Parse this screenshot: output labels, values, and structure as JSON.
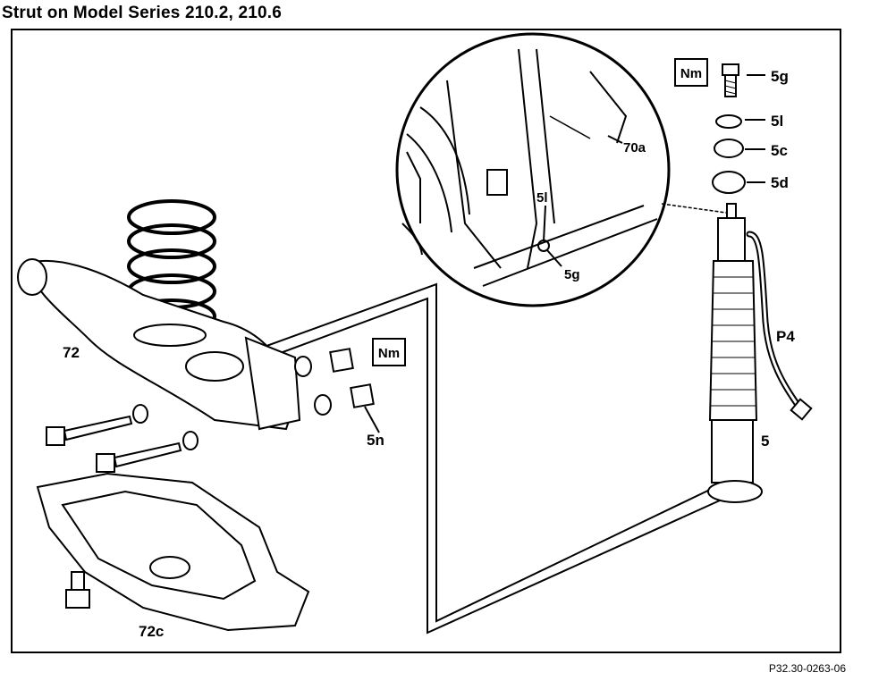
{
  "title": "Strut on Model Series 210.2, 210.6",
  "figure_code": "P32.30-0263-06",
  "torque_badge": "Nm",
  "callouts": {
    "5g_top": "5g",
    "5l": "5l",
    "5c": "5c",
    "5d": "5d",
    "70a": "70a",
    "5l_inset": "5l",
    "5g_inset": "5g",
    "p4": "P4",
    "5": "5",
    "72": "72",
    "5n": "5n",
    "72c": "72c"
  },
  "colors": {
    "line": "#000000",
    "background": "#ffffff"
  }
}
